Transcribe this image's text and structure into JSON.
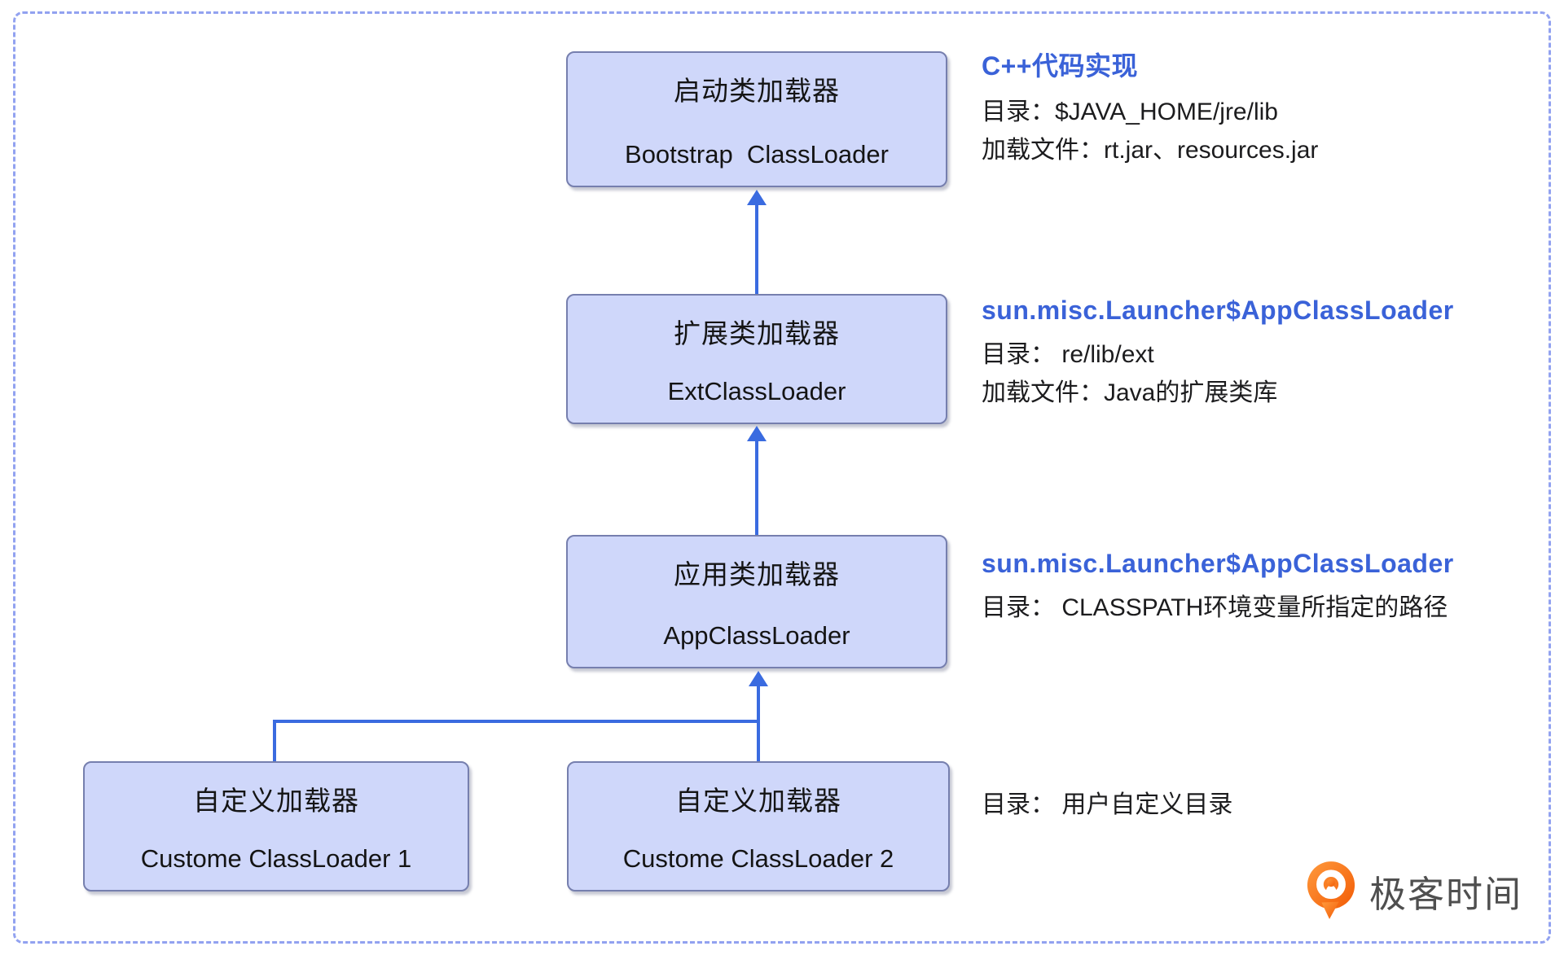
{
  "diagram": {
    "nodes": [
      {
        "id": "bootstrap",
        "title": "启动类加载器",
        "subtitle": "Bootstrap  ClassLoader"
      },
      {
        "id": "ext",
        "title": "扩展类加载器",
        "subtitle": "ExtClassLoader"
      },
      {
        "id": "app",
        "title": "应用类加载器",
        "subtitle": "AppClassLoader"
      },
      {
        "id": "custom1",
        "title": "自定义加载器",
        "subtitle": "Custome ClassLoader 1"
      },
      {
        "id": "custom2",
        "title": "自定义加载器",
        "subtitle": "Custome ClassLoader 2"
      }
    ],
    "annotations": [
      {
        "title": "C++代码实现",
        "lines": [
          "目录：$JAVA_HOME/jre/lib",
          "加载文件：rt.jar、resources.jar"
        ]
      },
      {
        "title": "sun.misc.Launcher$AppClassLoader",
        "lines": [
          "目录： re/lib/ext",
          "加载文件：Java的扩展类库"
        ]
      },
      {
        "title": "sun.misc.Launcher$AppClassLoader",
        "lines": [
          "目录： CLASSPATH环境变量所指定的路径"
        ]
      },
      {
        "title": "",
        "lines": [
          "目录： 用户自定义目录"
        ]
      }
    ],
    "arrows": [
      {
        "from": "ext",
        "to": "bootstrap"
      },
      {
        "from": "app",
        "to": "ext"
      },
      {
        "from": "custom1",
        "to": "app"
      },
      {
        "from": "custom2",
        "to": "app"
      }
    ],
    "colors": {
      "box_fill": "#cfd7fa",
      "box_border": "#767fae",
      "arrow": "#3a6be0",
      "annotation_title": "#3a62d8",
      "body_text": "#1c1c1e",
      "frame_dash": "#92a2f0",
      "logo_orange": "#f26f21",
      "logo_text": "#4f4f4f"
    }
  },
  "logo": {
    "text": "极客时间"
  }
}
